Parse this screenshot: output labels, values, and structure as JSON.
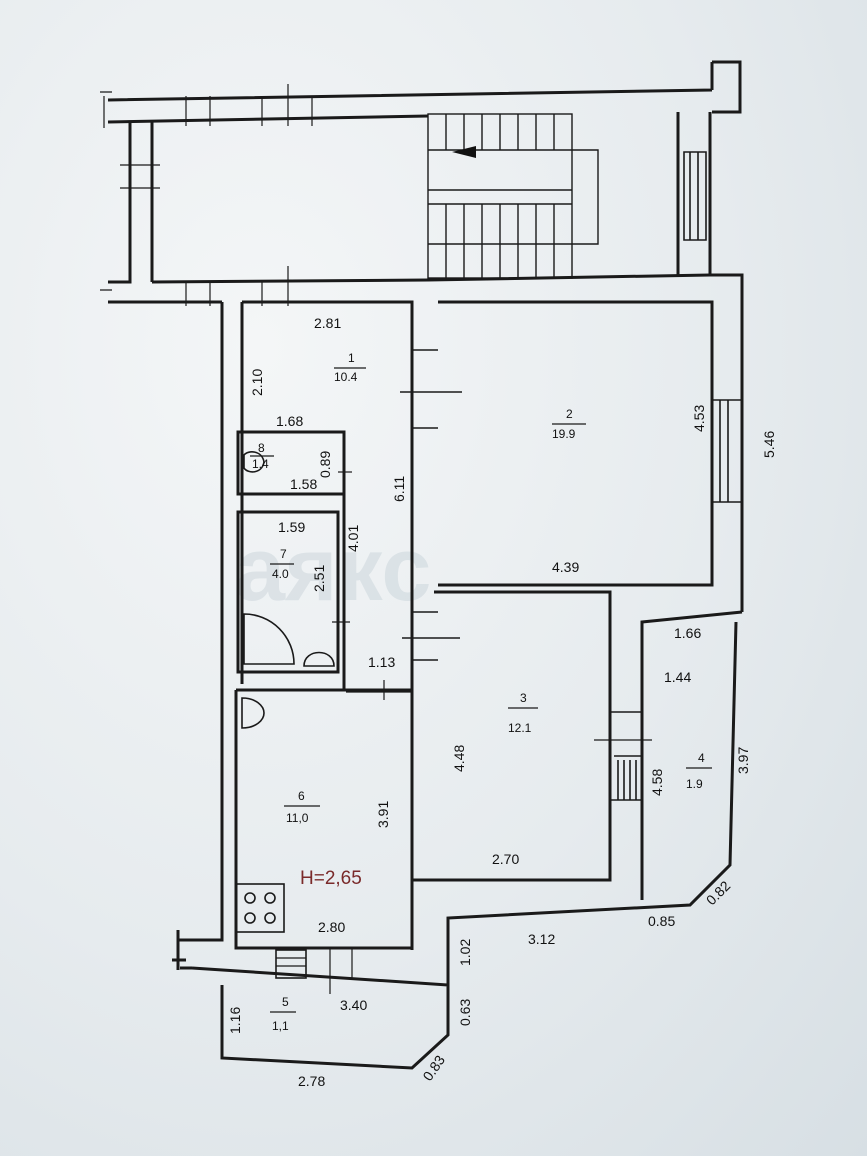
{
  "watermark": "аякс",
  "ceiling_height": "H=2,65",
  "rooms": [
    {
      "num": "1",
      "area": "10.4"
    },
    {
      "num": "2",
      "area": "19.9"
    },
    {
      "num": "3",
      "area": "12.1"
    },
    {
      "num": "4",
      "area": "1.9"
    },
    {
      "num": "5",
      "area": "1,1"
    },
    {
      "num": "6",
      "area": "11,0"
    },
    {
      "num": "7",
      "area": "4.0"
    },
    {
      "num": "8",
      "area": "1.4"
    }
  ],
  "dimensions": {
    "r1_top": "2.81",
    "r1_left": "2.10",
    "r1_8_width": "1.68",
    "r8_side": "0.89",
    "r8_bottom": "1.58",
    "r7_top": "1.59",
    "r7_side": "2.51",
    "corridor_401": "4.01",
    "corridor_611": "6.11",
    "corridor_113": "1.13",
    "r2_side": "4.53",
    "r2_bottom": "4.39",
    "outer_right": "5.46",
    "r4_top": "1.66",
    "r4_inner": "1.44",
    "r4_side": "4.58",
    "r4_outer": "3.97",
    "r3_side": "4.48",
    "r3_bottom": "2.70",
    "r6_side": "3.91",
    "r6_bottom": "2.80",
    "bottom_082": "0.82",
    "bottom_085": "0.85",
    "bottom_312": "3.12",
    "bottom_102": "1.02",
    "r5_top": "3.40",
    "r5_left": "1.16",
    "r5_right": "0.63",
    "r5_bottom": "2.78",
    "r5_corner": "0.83"
  }
}
